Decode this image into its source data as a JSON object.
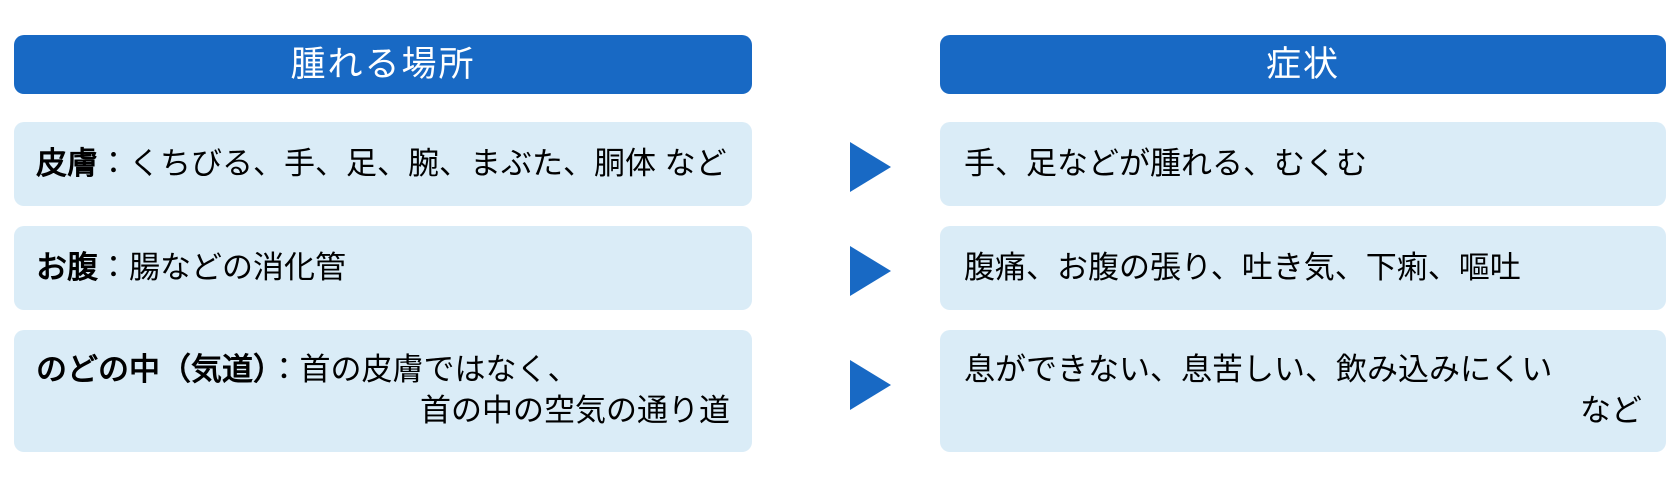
{
  "colors": {
    "header_blue": "#1869c4",
    "cell_blue": "#daecf7",
    "arrow_blue": "#1869c4",
    "header_text": "#ffffff",
    "body_text": "#000000",
    "background": "#ffffff"
  },
  "columns": {
    "left": {
      "header": "腫れる場所"
    },
    "right": {
      "header": "症状"
    }
  },
  "rows": [
    {
      "arrow": "right-triangle-arrow",
      "left": {
        "lines": [
          {
            "strong": "皮膚",
            "rest": "：くちびる、手、足、腕、まぶた、胴体 など",
            "align": "left"
          }
        ]
      },
      "right": {
        "lines": [
          {
            "text": "手、足などが腫れる、むくむ",
            "align": "left"
          }
        ]
      }
    },
    {
      "arrow": "right-triangle-arrow",
      "left": {
        "lines": [
          {
            "strong": "お腹",
            "rest": "：腸などの消化管",
            "align": "left"
          }
        ]
      },
      "right": {
        "lines": [
          {
            "text": "腹痛、お腹の張り、吐き気、下痢、嘔吐",
            "align": "left"
          }
        ]
      }
    },
    {
      "arrow": "right-triangle-arrow",
      "left": {
        "lines": [
          {
            "strong": "のどの中（気道）",
            "rest": "：首の皮膚ではなく、",
            "align": "left"
          },
          {
            "strong": "",
            "rest": "首の中の空気の通り道",
            "align": "right"
          }
        ]
      },
      "right": {
        "lines": [
          {
            "text": "息ができない、息苦しい、飲み込みにくい",
            "align": "left"
          },
          {
            "text": "など",
            "align": "right"
          }
        ]
      }
    }
  ]
}
